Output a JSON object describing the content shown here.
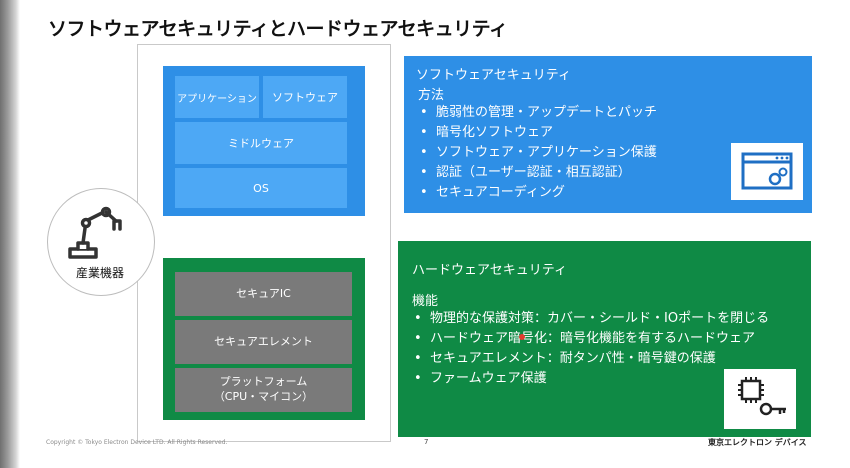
{
  "title": "ソフトウェアセキュリティとハードウェアセキュリティ",
  "software_stack": {
    "app": "アプリケーション",
    "software": "ソフトウェア",
    "middleware": "ミドルウェア",
    "os": "OS"
  },
  "hardware_stack": {
    "secure_ic": "セキュアIC",
    "secure_element": "セキュアエレメント",
    "platform_line1": "プラットフォーム",
    "platform_line2": "（CPU・マイコン）"
  },
  "device": {
    "label": "産業機器",
    "icon": "robot-arm-icon"
  },
  "software_panel": {
    "heading": "ソフトウェアセキュリティ",
    "subheading": "方法",
    "items": [
      "脆弱性の管理・アップデートとパッチ",
      "暗号化ソフトウェア",
      "ソフトウェア・アプリケーション保護",
      "認証（ユーザー認証・相互認証）",
      "セキュアコーディング"
    ],
    "icon": "app-settings-window-icon",
    "color": "#2e8fe6"
  },
  "hardware_panel": {
    "heading": "ハードウェアセキュリティ",
    "subheading": "機能",
    "items": [
      "物理的な保護対策：カバー・シールド・IOポートを閉じる",
      "ハードウェア暗号化：暗号化機能を有するハードウェア",
      "セキュアエレメント：耐タンパ性・暗号鍵の保護",
      "ファームウェア保護"
    ],
    "icon": "chip-key-icon",
    "color": "#0f8a45"
  },
  "footer": {
    "copyright": "Copyright © Tokyo Electron Device LTD. All Rights Reserved.",
    "page": "7",
    "company": "東京エレクトロン デバイス"
  }
}
